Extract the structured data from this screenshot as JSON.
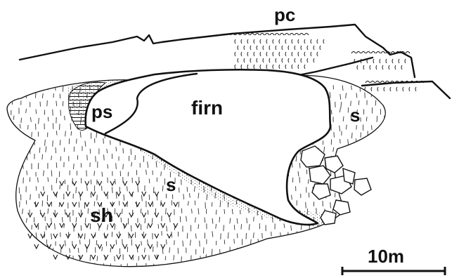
{
  "labels": {
    "pc": "pc",
    "ps": "ps",
    "firn": "firn",
    "s_right": "s",
    "s_center": "s",
    "sh": "sh"
  },
  "scale_bar": {
    "label": "10m"
  },
  "colors": {
    "ink": "#111111",
    "paper": "#ffffff"
  }
}
